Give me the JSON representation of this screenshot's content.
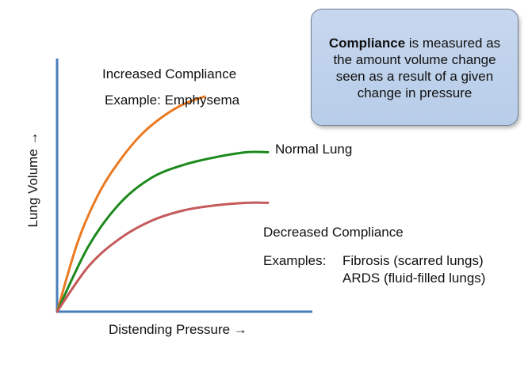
{
  "chart_data": {
    "type": "line",
    "xlabel": "Distending Pressure →",
    "ylabel": "Lung Volume →",
    "annotations": {
      "increased_title": "Increased Compliance",
      "increased_example": "Example:  Emphysema",
      "normal": "Normal Lung",
      "decreased_title": "Decreased Compliance",
      "examples_label": "Examples:",
      "decreased_example_1": "Fibrosis (scarred lungs)",
      "decreased_example_2": "ARDS (fluid-filled lungs)"
    },
    "callout": {
      "strong": "Compliance",
      "rest": " is measured as the amount volume change seen as a result of a given change in pressure"
    },
    "xlim": [
      0,
      100
    ],
    "ylim": [
      0,
      100
    ],
    "series": [
      {
        "color": "#ea7a22",
        "values": [
          [
            0,
            0
          ],
          [
            10,
            28
          ],
          [
            20,
            47
          ],
          [
            30,
            60
          ],
          [
            40,
            70
          ],
          [
            50,
            77
          ],
          [
            60,
            82
          ],
          [
            70,
            85
          ]
        ],
        "description": "increased"
      },
      {
        "color": "#1c8a1c",
        "values": [
          [
            0,
            0
          ],
          [
            15,
            26
          ],
          [
            30,
            43
          ],
          [
            45,
            53
          ],
          [
            60,
            58
          ],
          [
            75,
            61
          ],
          [
            90,
            63
          ],
          [
            100,
            63
          ]
        ],
        "description": "normal"
      },
      {
        "color": "#c55a5a",
        "values": [
          [
            0,
            0
          ],
          [
            15,
            18
          ],
          [
            30,
            29
          ],
          [
            45,
            36
          ],
          [
            60,
            40
          ],
          [
            75,
            42
          ],
          [
            90,
            43
          ],
          [
            100,
            43
          ]
        ],
        "description": "decreased"
      }
    ],
    "colors": {
      "axis": "#4a7ebb"
    }
  }
}
